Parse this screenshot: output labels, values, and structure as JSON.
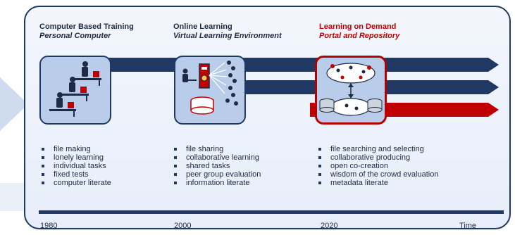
{
  "eras": [
    {
      "title": "Computer Based Training",
      "subtitle": "Personal Computer",
      "bullets": [
        "file making",
        "lonely learning",
        "individual tasks",
        "fixed tests",
        "computer literate"
      ],
      "color": "#1f2a44"
    },
    {
      "title": "Online Learning",
      "subtitle": "Virtual Learning Environment",
      "bullets": [
        "file sharing",
        "collaborative learning",
        "shared tasks",
        "peer group evaluation",
        "information literate"
      ],
      "color": "#1f2a44"
    },
    {
      "title": "Learning on Demand",
      "subtitle": "Portal and Repository",
      "bullets": [
        "file searching and selecting",
        "collaborative producing",
        "open co-creation",
        "wisdom of the crowd evaluation",
        "metadata literate"
      ],
      "color": "#c00000"
    }
  ],
  "timeline": {
    "years": [
      "1980",
      "2000",
      "2020"
    ],
    "end_label": "Time"
  },
  "colors": {
    "navy": "#1f3864",
    "red": "#c00000",
    "panel_fill": "#b9cdea",
    "frame_fill": "#eef2fa"
  },
  "icons": [
    "people-at-computers-icon",
    "server-network-icon",
    "cloud-repository-icon"
  ]
}
